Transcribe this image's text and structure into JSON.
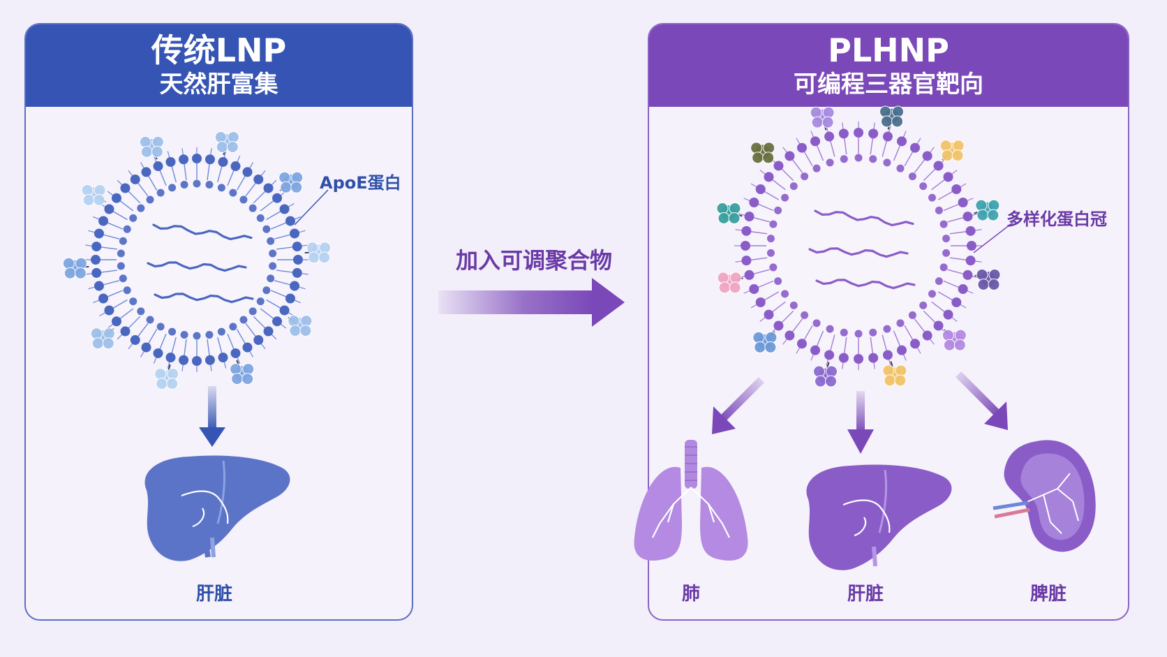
{
  "left_panel": {
    "title": "传统LNP",
    "subtitle": "天然肝富集",
    "protein_label": "ApoE蛋白",
    "organ_label": "肝脏",
    "color": "#3554b3"
  },
  "transition": {
    "label": "加入可调聚合物",
    "color": "#7a48b8"
  },
  "right_panel": {
    "title": "PLHNP",
    "subtitle": "可编程三器官靶向",
    "protein_label": "多样化蛋白冠",
    "organs": [
      {
        "label": "肺",
        "icon": "lung-icon"
      },
      {
        "label": "肝脏",
        "icon": "liver-icon"
      },
      {
        "label": "脾脏",
        "icon": "spleen-icon"
      }
    ],
    "color": "#7a48b8"
  }
}
